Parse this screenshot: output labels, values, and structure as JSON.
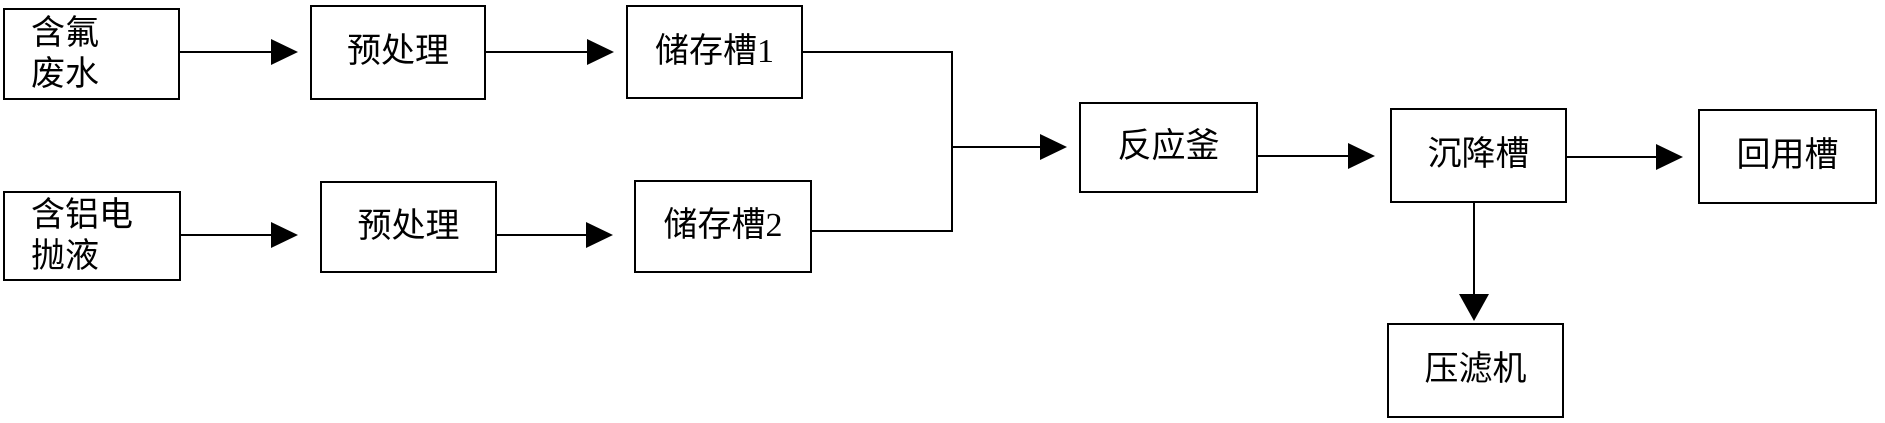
{
  "diagram": {
    "type": "process-flowchart",
    "background_color": "#ffffff",
    "line_color": "#000000",
    "nodes": {
      "fluoride_wastewater": {
        "line1": "含氟",
        "line2": "废水"
      },
      "pretreatment_1": {
        "label": "预处理"
      },
      "storage_tank_1": {
        "label": "储存槽1"
      },
      "aluminum_electropolish_liquid": {
        "line1": "含铝电",
        "line2": "抛液"
      },
      "pretreatment_2": {
        "label": "预处理"
      },
      "storage_tank_2": {
        "label": "储存槽2"
      },
      "reactor": {
        "label": "反应釜"
      },
      "settling_tank": {
        "label": "沉降槽"
      },
      "reuse_tank": {
        "label": "回用槽"
      },
      "filter_press": {
        "label": "压滤机"
      }
    },
    "edges": [
      {
        "from": "fluoride_wastewater",
        "to": "pretreatment_1"
      },
      {
        "from": "pretreatment_1",
        "to": "storage_tank_1"
      },
      {
        "from": "aluminum_electropolish_liquid",
        "to": "pretreatment_2"
      },
      {
        "from": "pretreatment_2",
        "to": "storage_tank_2"
      },
      {
        "from": "storage_tank_1",
        "to": "reactor",
        "note": "merges with storage_tank_2 output"
      },
      {
        "from": "storage_tank_2",
        "to": "reactor",
        "note": "merges with storage_tank_1 output"
      },
      {
        "from": "reactor",
        "to": "settling_tank"
      },
      {
        "from": "settling_tank",
        "to": "reuse_tank"
      },
      {
        "from": "settling_tank",
        "to": "filter_press"
      }
    ]
  }
}
